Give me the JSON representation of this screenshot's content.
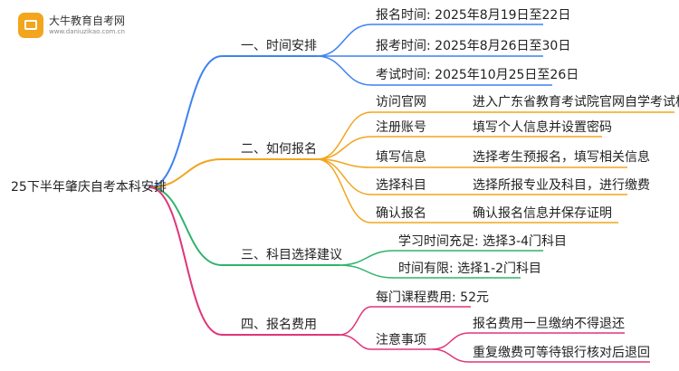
{
  "brand": {
    "name": "大牛教育自考网",
    "url": "www.daniuzikao.com.cn"
  },
  "root": "25下半年肇庆自考本科安排",
  "colors": {
    "blue": "#3d82f0",
    "orange": "#f2a51d",
    "green": "#2fb36a",
    "pink": "#e0357a"
  },
  "branches": [
    {
      "label": "一、时间安排",
      "items": [
        "报名时间: 2025年8月19日至22日",
        "报考时间: 2025年8月26日至30日",
        "考试时间: 2025年10月25日至26日"
      ]
    },
    {
      "label": "二、如何报名",
      "steps": [
        {
          "name": "访问官网",
          "detail": "进入广东省教育考试院官网自学考试栏目"
        },
        {
          "name": "注册账号",
          "detail": "填写个人信息并设置密码"
        },
        {
          "name": "填写信息",
          "detail": "选择考生预报名，填写相关信息"
        },
        {
          "name": "选择科目",
          "detail": "选择所报专业及科目，进行缴费"
        },
        {
          "name": "确认报名",
          "detail": "确认报名信息并保存证明"
        }
      ]
    },
    {
      "label": "三、科目选择建议",
      "items": [
        "学习时间充足: 选择3-4门科目",
        "时间有限: 选择1-2门科目"
      ]
    },
    {
      "label": "四、报名费用",
      "fee": "每门课程费用: 52元",
      "note": {
        "name": "注意事项",
        "details": [
          "报名费用一旦缴纳不得退还",
          "重复缴费可等待银行核对后退回"
        ]
      }
    }
  ]
}
